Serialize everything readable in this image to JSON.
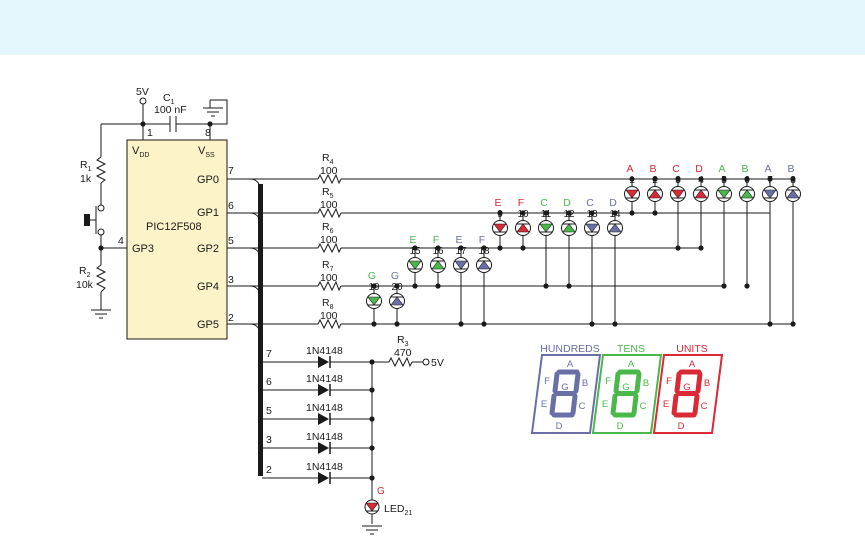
{
  "colors": {
    "banner": "#e5f6fd",
    "chip": "#fdf3c8",
    "red": "#d92a35",
    "green": "#4bb84b",
    "blue": "#6a6fa8",
    "wire": "#1a1a1a"
  },
  "supply": {
    "five_v": "5V",
    "c1_name": "C",
    "c1_sub": "1",
    "c1_value": "100 nF",
    "gnd_symbol": "ground-icon"
  },
  "chip": {
    "name": "PIC12F508",
    "vdd": "V",
    "vdd_sub": "DD",
    "vss": "V",
    "vss_sub": "SS",
    "pins": [
      "1",
      "8",
      "4",
      "7",
      "6",
      "5",
      "3",
      "2"
    ],
    "ports": [
      "GP0",
      "GP1",
      "GP2",
      "GP4",
      "GP5",
      "GP3"
    ]
  },
  "r1": {
    "name": "R",
    "sub": "1",
    "value": "1k"
  },
  "r2": {
    "name": "R",
    "sub": "2",
    "value": "10k"
  },
  "r3": {
    "name": "R",
    "sub": "3",
    "value": "470",
    "supply": "5V"
  },
  "series_resistors": [
    {
      "name": "R",
      "sub": "4",
      "value": "100"
    },
    {
      "name": "R",
      "sub": "5",
      "value": "100"
    },
    {
      "name": "R",
      "sub": "6",
      "value": "100"
    },
    {
      "name": "R",
      "sub": "7",
      "value": "100"
    },
    {
      "name": "R",
      "sub": "8",
      "value": "100"
    }
  ],
  "leds": [
    {
      "n": "1",
      "seg": "A",
      "color": "red"
    },
    {
      "n": "2",
      "seg": "B",
      "color": "red"
    },
    {
      "n": "3",
      "seg": "C",
      "color": "red"
    },
    {
      "n": "4",
      "seg": "D",
      "color": "red"
    },
    {
      "n": "5",
      "seg": "A",
      "color": "green"
    },
    {
      "n": "6",
      "seg": "B",
      "color": "green"
    },
    {
      "n": "7",
      "seg": "A",
      "color": "blue"
    },
    {
      "n": "8",
      "seg": "B",
      "color": "blue"
    },
    {
      "n": "9",
      "seg": "E",
      "color": "red"
    },
    {
      "n": "10",
      "seg": "F",
      "color": "red"
    },
    {
      "n": "11",
      "seg": "C",
      "color": "green"
    },
    {
      "n": "12",
      "seg": "D",
      "color": "green"
    },
    {
      "n": "13",
      "seg": "C",
      "color": "blue"
    },
    {
      "n": "14",
      "seg": "D",
      "color": "blue"
    },
    {
      "n": "15",
      "seg": "E",
      "color": "green"
    },
    {
      "n": "16",
      "seg": "F",
      "color": "green"
    },
    {
      "n": "17",
      "seg": "E",
      "color": "blue"
    },
    {
      "n": "18",
      "seg": "F",
      "color": "blue"
    },
    {
      "n": "19",
      "seg": "G",
      "color": "green"
    },
    {
      "n": "20",
      "seg": "G",
      "color": "blue"
    }
  ],
  "diodes": {
    "part": "1N4148",
    "taps": [
      "7",
      "6",
      "5",
      "3",
      "2"
    ]
  },
  "led21": {
    "seg": "G",
    "name": "LED",
    "sub": "21"
  },
  "displays": [
    {
      "title": "HUNDREDS",
      "color": "blue",
      "segs": [
        "A",
        "B",
        "C",
        "D",
        "E",
        "F",
        "G"
      ]
    },
    {
      "title": "TENS",
      "color": "green",
      "segs": [
        "A",
        "B",
        "C",
        "D",
        "E",
        "F",
        "G"
      ]
    },
    {
      "title": "UNITS",
      "color": "red",
      "segs": [
        "A",
        "B",
        "C",
        "D",
        "E",
        "F",
        "G"
      ]
    }
  ]
}
